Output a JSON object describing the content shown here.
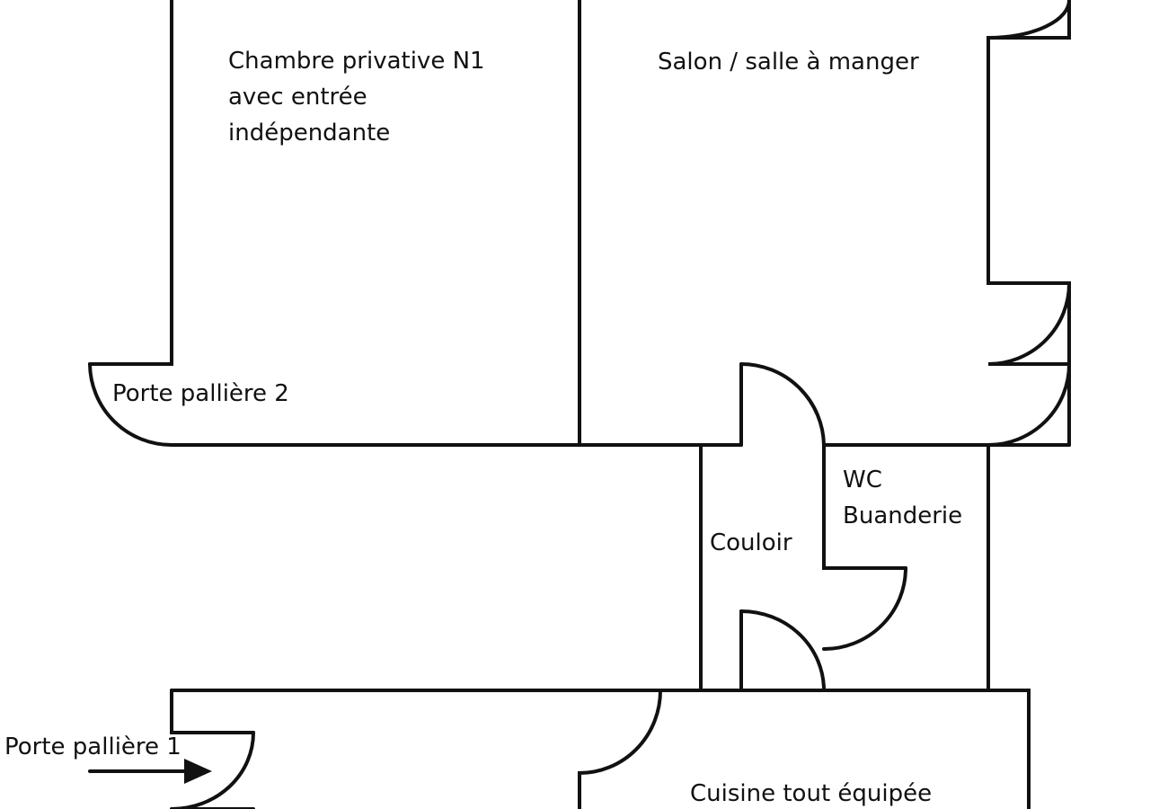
{
  "rooms": {
    "chambre": [
      "Chambre privative N1",
      "avec entrée",
      "indépendante"
    ],
    "salon": "Salon / salle à manger",
    "porte2": "Porte pallière 2",
    "wc": [
      "WC",
      "Buanderie"
    ],
    "couloir": "Couloir",
    "porte1": "Porte pallière 1",
    "cuisine": "Cuisine tout équipée"
  },
  "colors": {
    "wall": "#111111",
    "background": "#ffffff"
  }
}
